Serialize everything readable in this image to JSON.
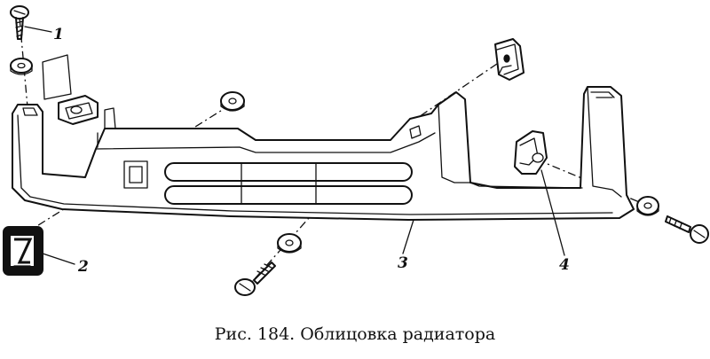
{
  "figure": {
    "caption": "Рис. 184. Облицовка радиатора",
    "callouts": [
      "1",
      "2",
      "3",
      "4"
    ]
  }
}
